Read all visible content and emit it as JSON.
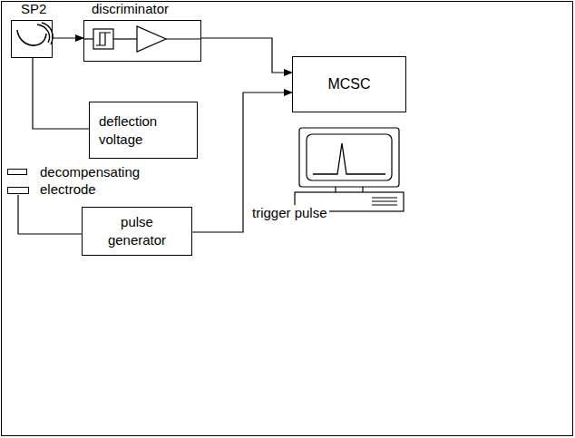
{
  "diagram": {
    "nodes": [
      {
        "text": [
          "SP2"
        ]
      },
      {
        "text": [
          "discriminator"
        ]
      },
      {
        "text": [
          "MCSC"
        ]
      },
      {
        "text": [
          "deflection voltage"
        ]
      },
      {
        "text": [
          "decompensating electrode"
        ]
      },
      {
        "text": [
          "pulse generator"
        ]
      }
    ],
    "edges": [
      {
        "from": 0,
        "to": 1,
        "arrow": "to"
      },
      {
        "from": 1,
        "to": 2,
        "arrow": "to"
      },
      {
        "from": 0,
        "to": 3,
        "arrow": "none"
      },
      {
        "from": 5,
        "to": 4,
        "arrow": "none"
      },
      {
        "from": 5,
        "to": 2,
        "label": "trigger pulse",
        "arrow": "to"
      }
    ]
  }
}
